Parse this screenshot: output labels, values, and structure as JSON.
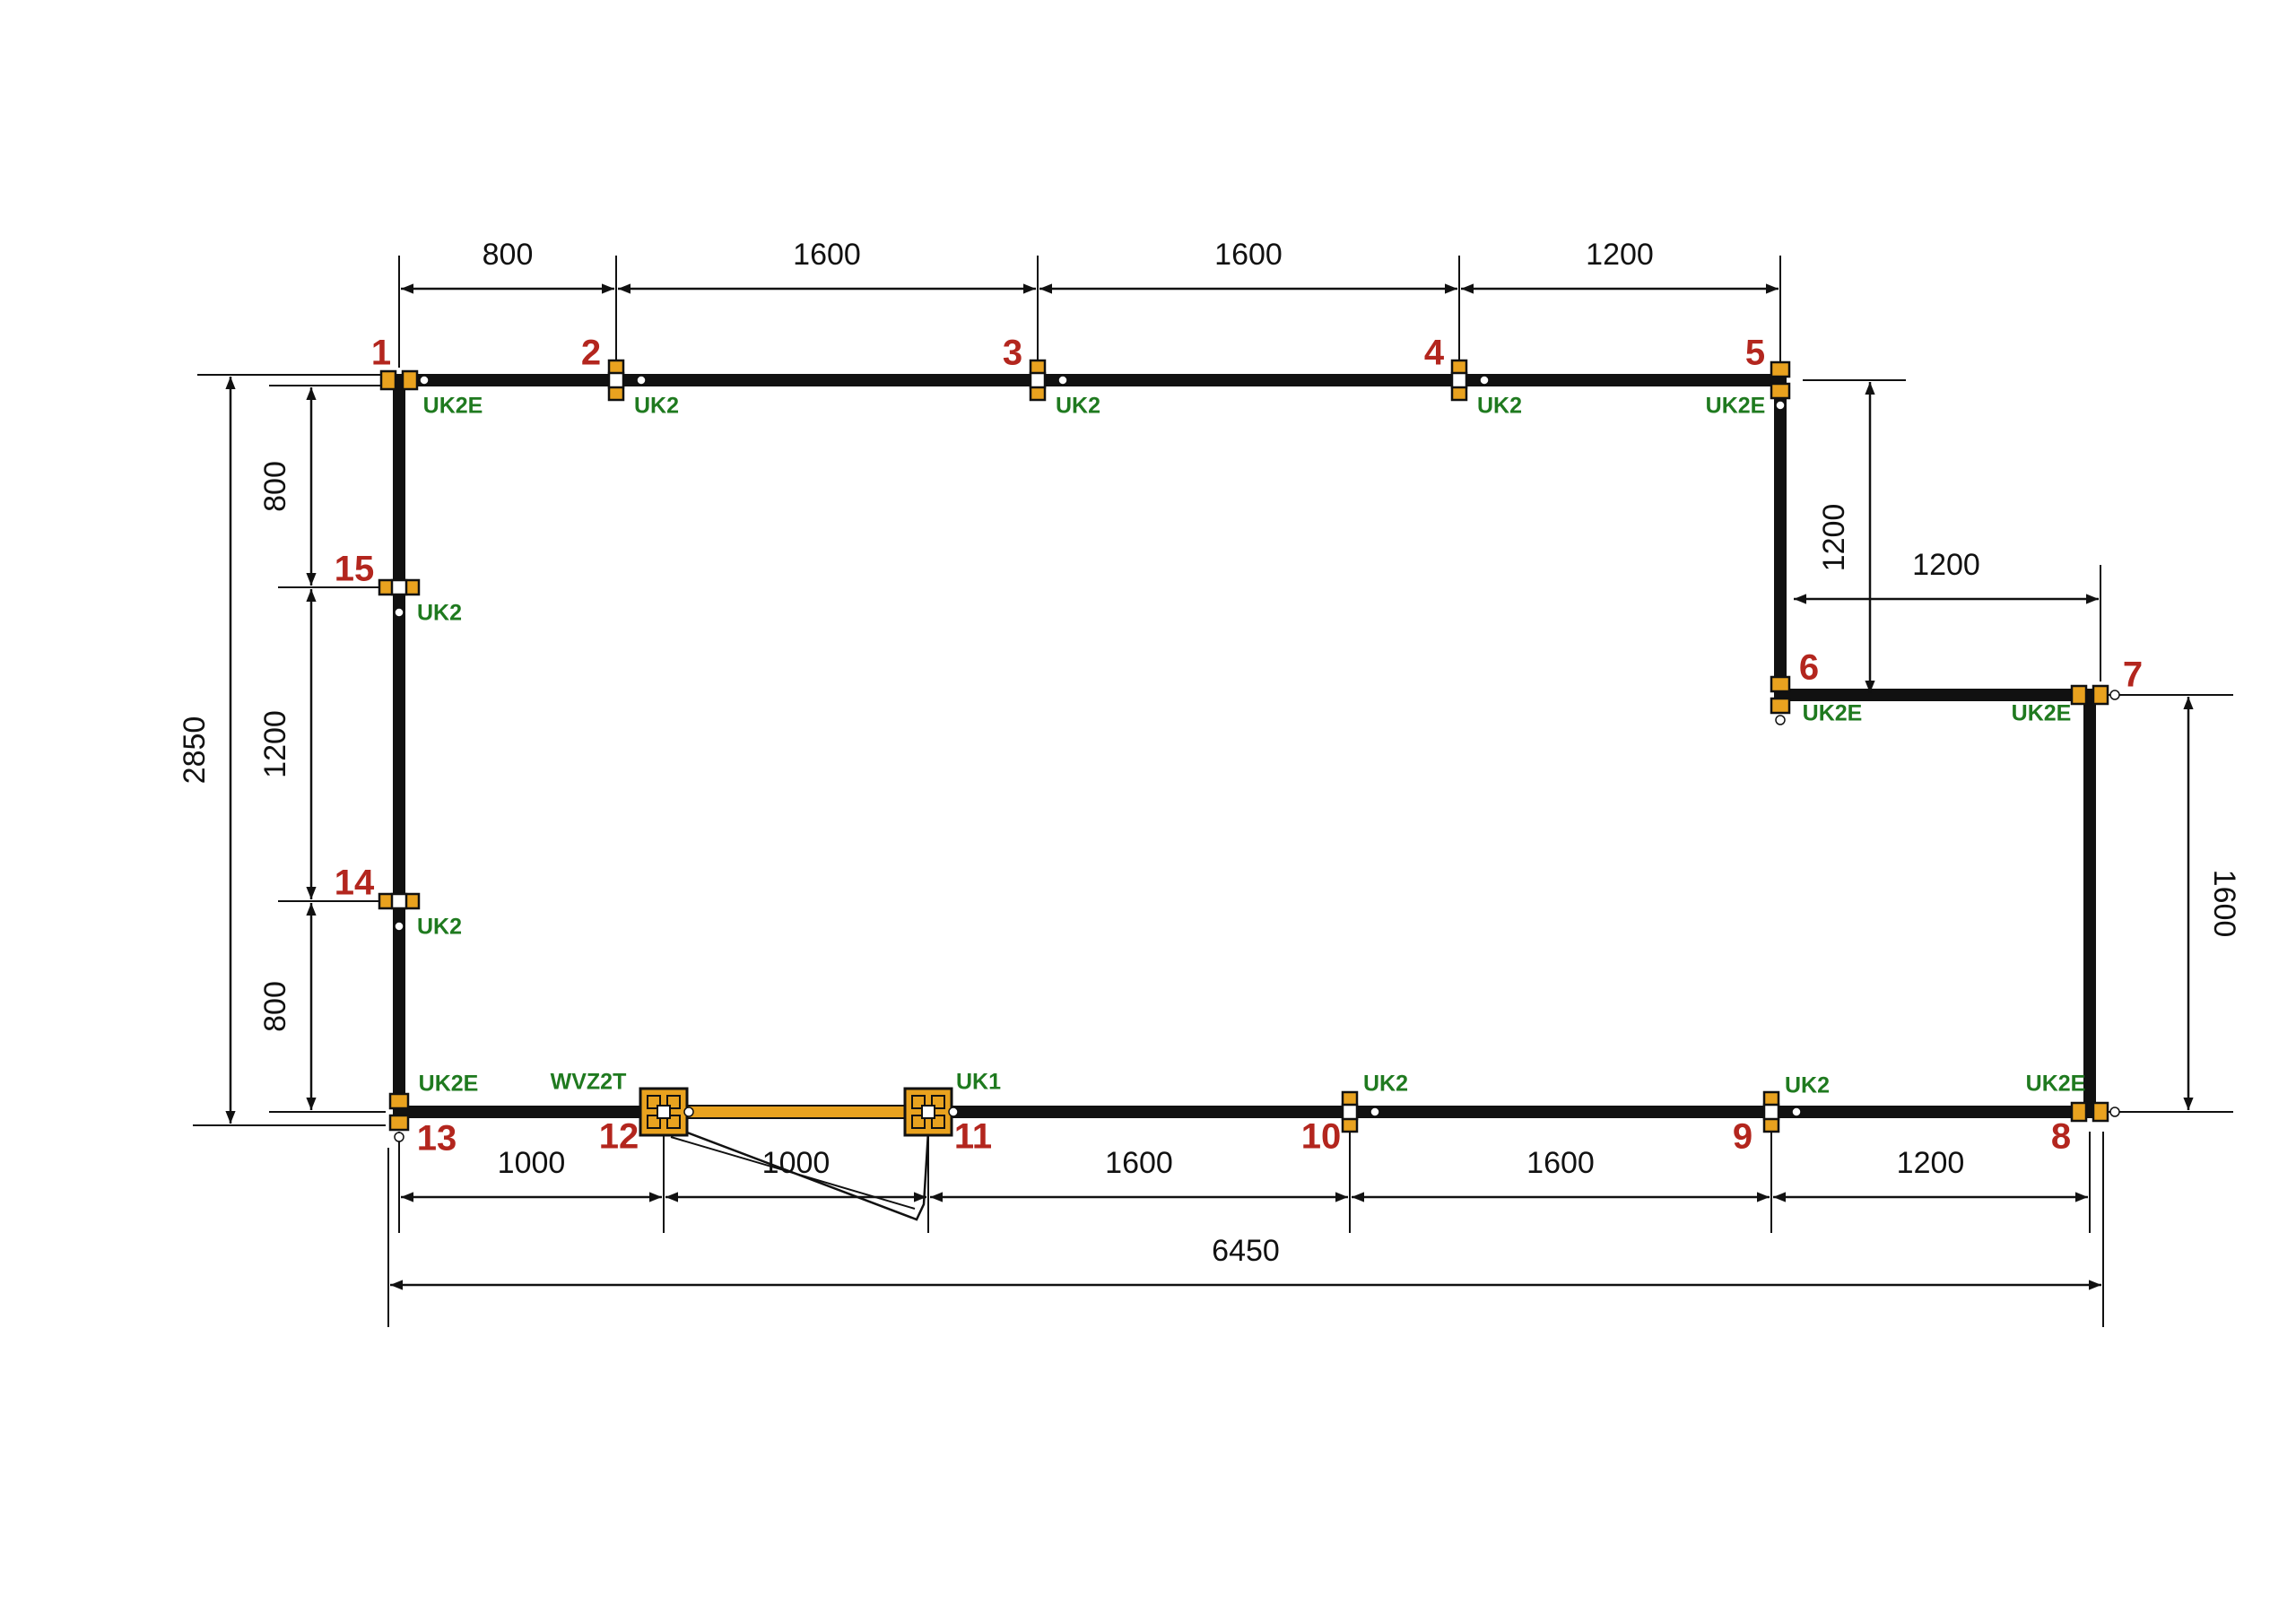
{
  "colors": {
    "wall": "#111111",
    "connector_fill": "#e9a21f",
    "connector_stroke": "#111111",
    "node_number": "#b3261e",
    "connector_label": "#1f7a1f",
    "dimension": "#111111",
    "glass_panel": "#e9a21f"
  },
  "nodes": [
    {
      "number": "1",
      "connector": "UK2E"
    },
    {
      "number": "2",
      "connector": "UK2"
    },
    {
      "number": "3",
      "connector": "UK2"
    },
    {
      "number": "4",
      "connector": "UK2"
    },
    {
      "number": "5",
      "connector": "UK2E"
    },
    {
      "number": "6",
      "connector": "UK2E"
    },
    {
      "number": "7",
      "connector": "UK2E"
    },
    {
      "number": "8",
      "connector": "UK2E"
    },
    {
      "number": "9",
      "connector": "UK2"
    },
    {
      "number": "10",
      "connector": "UK2"
    },
    {
      "number": "11",
      "connector": "UK1"
    },
    {
      "number": "12",
      "connector": "WVZ2T"
    },
    {
      "number": "13",
      "connector": "UK2E"
    },
    {
      "number": "14",
      "connector": "UK2"
    },
    {
      "number": "15",
      "connector": "UK2"
    }
  ],
  "dimensions": {
    "top": [
      "800",
      "1600",
      "1600",
      "1200"
    ],
    "right_upper_vertical": "1200",
    "right_step_horizontal": "1200",
    "right_lower_vertical": "1600",
    "left_inner": [
      "800",
      "1200",
      "800"
    ],
    "left_overall": "2850",
    "bottom": [
      "1000",
      "1000",
      "1600",
      "1600",
      "1200"
    ],
    "bottom_overall": "6450"
  }
}
